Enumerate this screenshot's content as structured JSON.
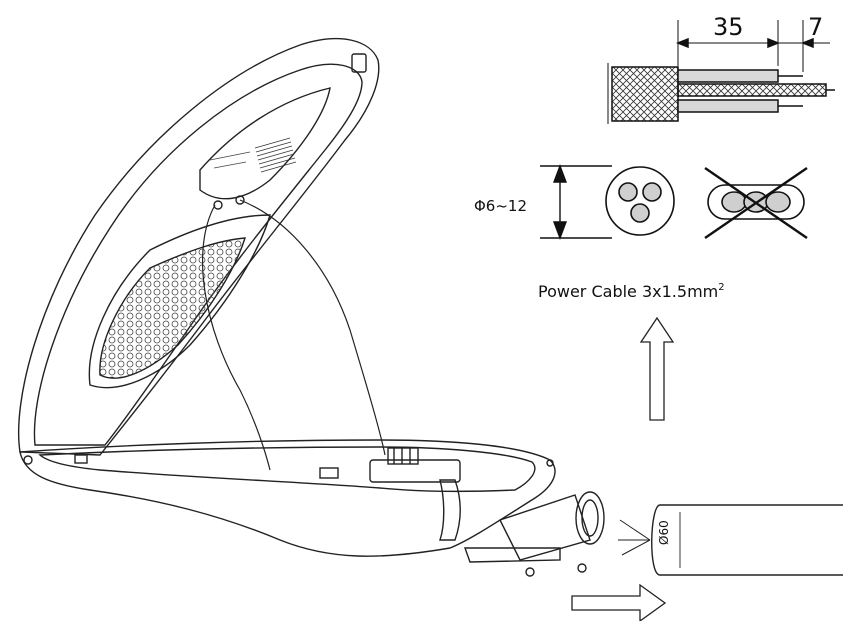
{
  "dimensions": {
    "strip_length": "35",
    "wire_end_length": "7",
    "cable_diameter_range": "Φ6~12",
    "pipe_diameter": "Ø60"
  },
  "labels": {
    "power_cable": "Power Cable 3x1.5mm",
    "power_cable_superscript": "2"
  },
  "icons": {
    "valid_cable": "round-three-core-cable",
    "invalid_cable": "flat-cable-crossed-out",
    "arrow_up": "hollow-arrow-up",
    "arrow_right": "hollow-arrow-right"
  }
}
